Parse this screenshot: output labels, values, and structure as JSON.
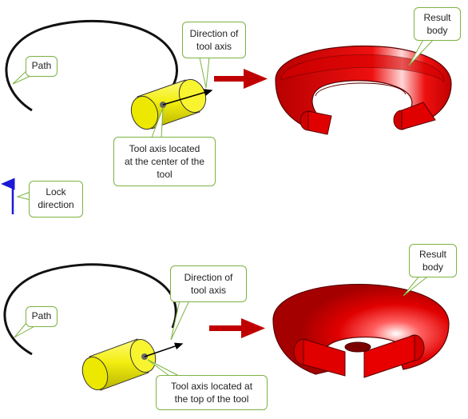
{
  "colors": {
    "callout_border": "#7cb342",
    "path_stroke": "#111111",
    "tool_fill": "#f2f000",
    "result_fill": "#e60000",
    "flow_arrow": "#c00000",
    "lock_arrow": "#1a1ad6"
  },
  "scenario_top": {
    "path_label": "Path",
    "axis_direction_label": "Direction of\ntool axis",
    "axis_location_label": "Tool axis located\nat the center of the\ntool",
    "lock_label": "Lock\ndirection",
    "result_label": "Result\nbody"
  },
  "scenario_bottom": {
    "path_label": "Path",
    "axis_direction_label": "Direction of\ntool axis",
    "axis_location_label": "Tool axis located at\nthe top of the tool",
    "result_label": "Result\nbody"
  }
}
